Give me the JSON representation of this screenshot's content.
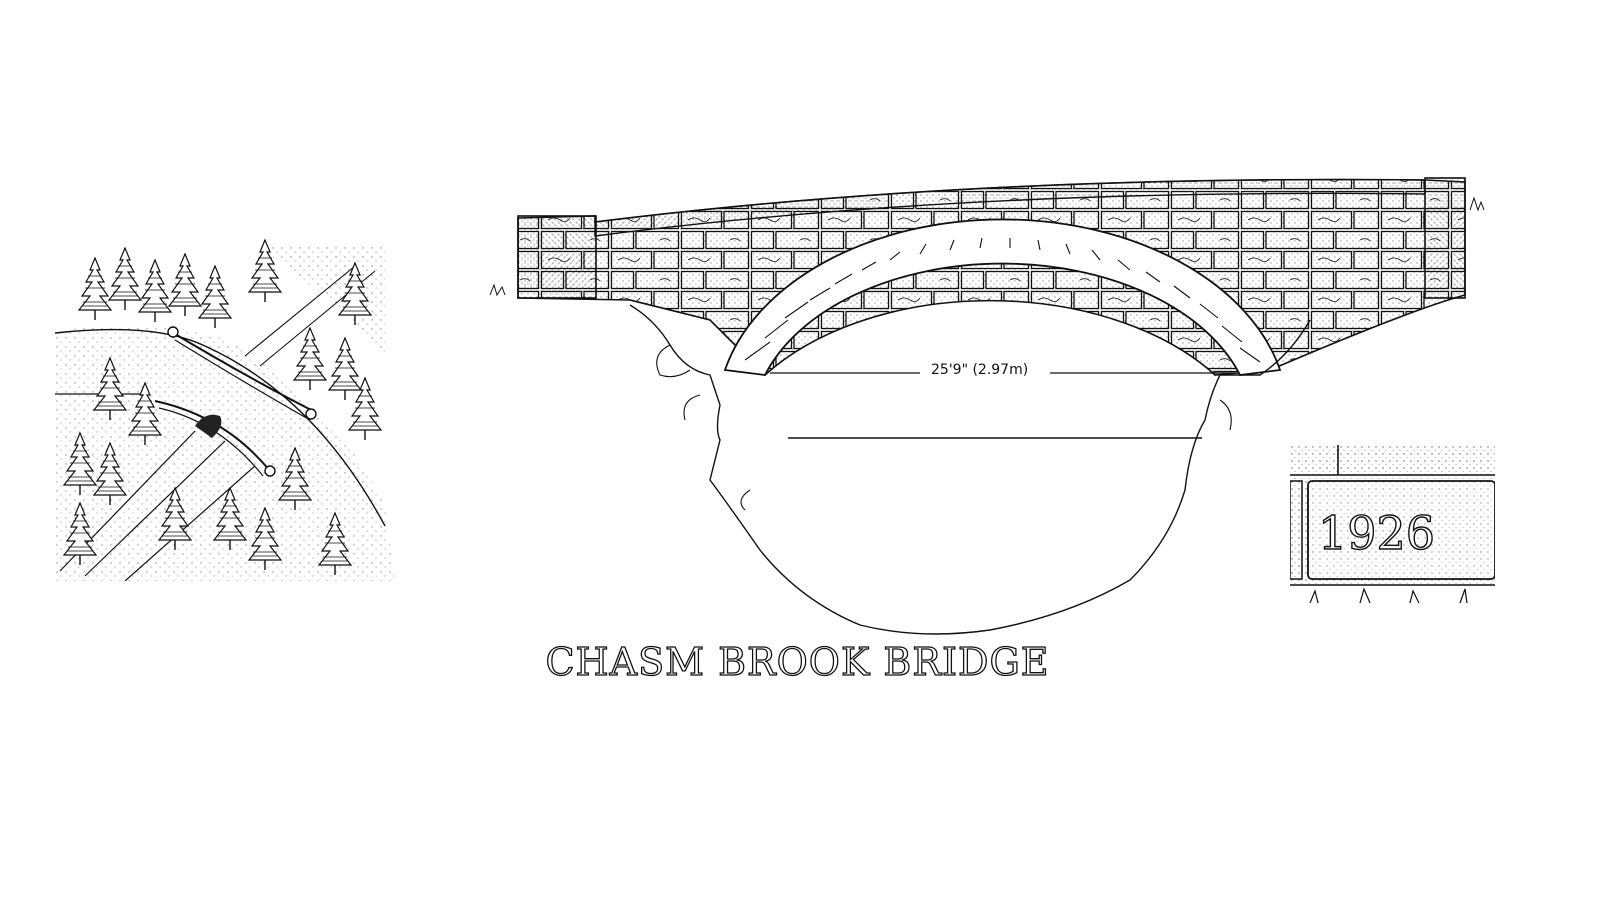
{
  "drawing": {
    "title": "CHASM BROOK BRIDGE",
    "span_dimension": "25'9\" (2.97m)",
    "date_stone_year": "1926",
    "style": "pen-and-ink line illustration",
    "colors": {
      "ink": "#111111",
      "paper": "#ffffff"
    }
  },
  "panels": {
    "site_plan": {
      "label": "aerial view of bridge among pine trees",
      "trees_count_approx": 22
    },
    "elevation": {
      "label": "stone arch bridge elevation over brook chasm"
    },
    "date_stone": {
      "label": "carved date stone detail"
    }
  }
}
